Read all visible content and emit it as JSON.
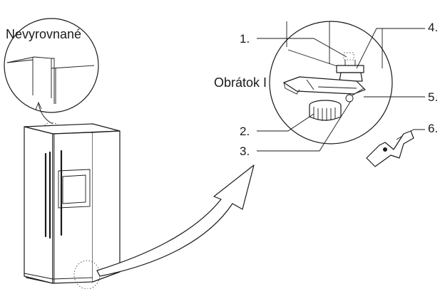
{
  "labels": {
    "uneven": "Nevyrovnané",
    "turn": "Obrátok I",
    "callouts": [
      "1.",
      "2.",
      "3.",
      "4.",
      "5.",
      "6."
    ]
  },
  "colors": {
    "ink": "#1a1a1a",
    "background": "#ffffff"
  },
  "icons": [
    "refrigerator-icon",
    "leveling-foot-icon",
    "wrench-icon",
    "curved-arrow-icon"
  ]
}
